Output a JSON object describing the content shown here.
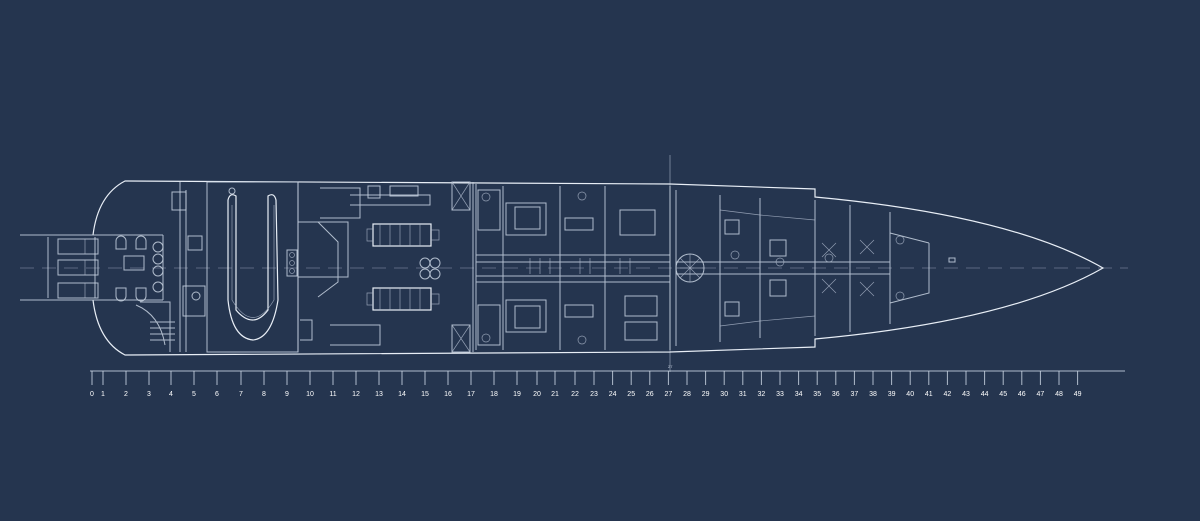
{
  "drawing": {
    "type": "deck-plan",
    "colors": {
      "background": "#25354f",
      "lines": "#e8eef6"
    },
    "section_marker": "27",
    "frame_scale": {
      "labels": [
        "0",
        "1",
        "2",
        "3",
        "4",
        "5",
        "6",
        "7",
        "8",
        "9",
        "10",
        "11",
        "12",
        "13",
        "14",
        "15",
        "16",
        "17",
        "18",
        "19",
        "20",
        "21",
        "22",
        "23",
        "24",
        "25",
        "26",
        "27",
        "28",
        "29",
        "30",
        "31",
        "32",
        "33",
        "34",
        "35",
        "36",
        "37",
        "38",
        "39",
        "40",
        "41",
        "42",
        "43",
        "44",
        "45",
        "46",
        "47",
        "48",
        "49"
      ]
    }
  }
}
